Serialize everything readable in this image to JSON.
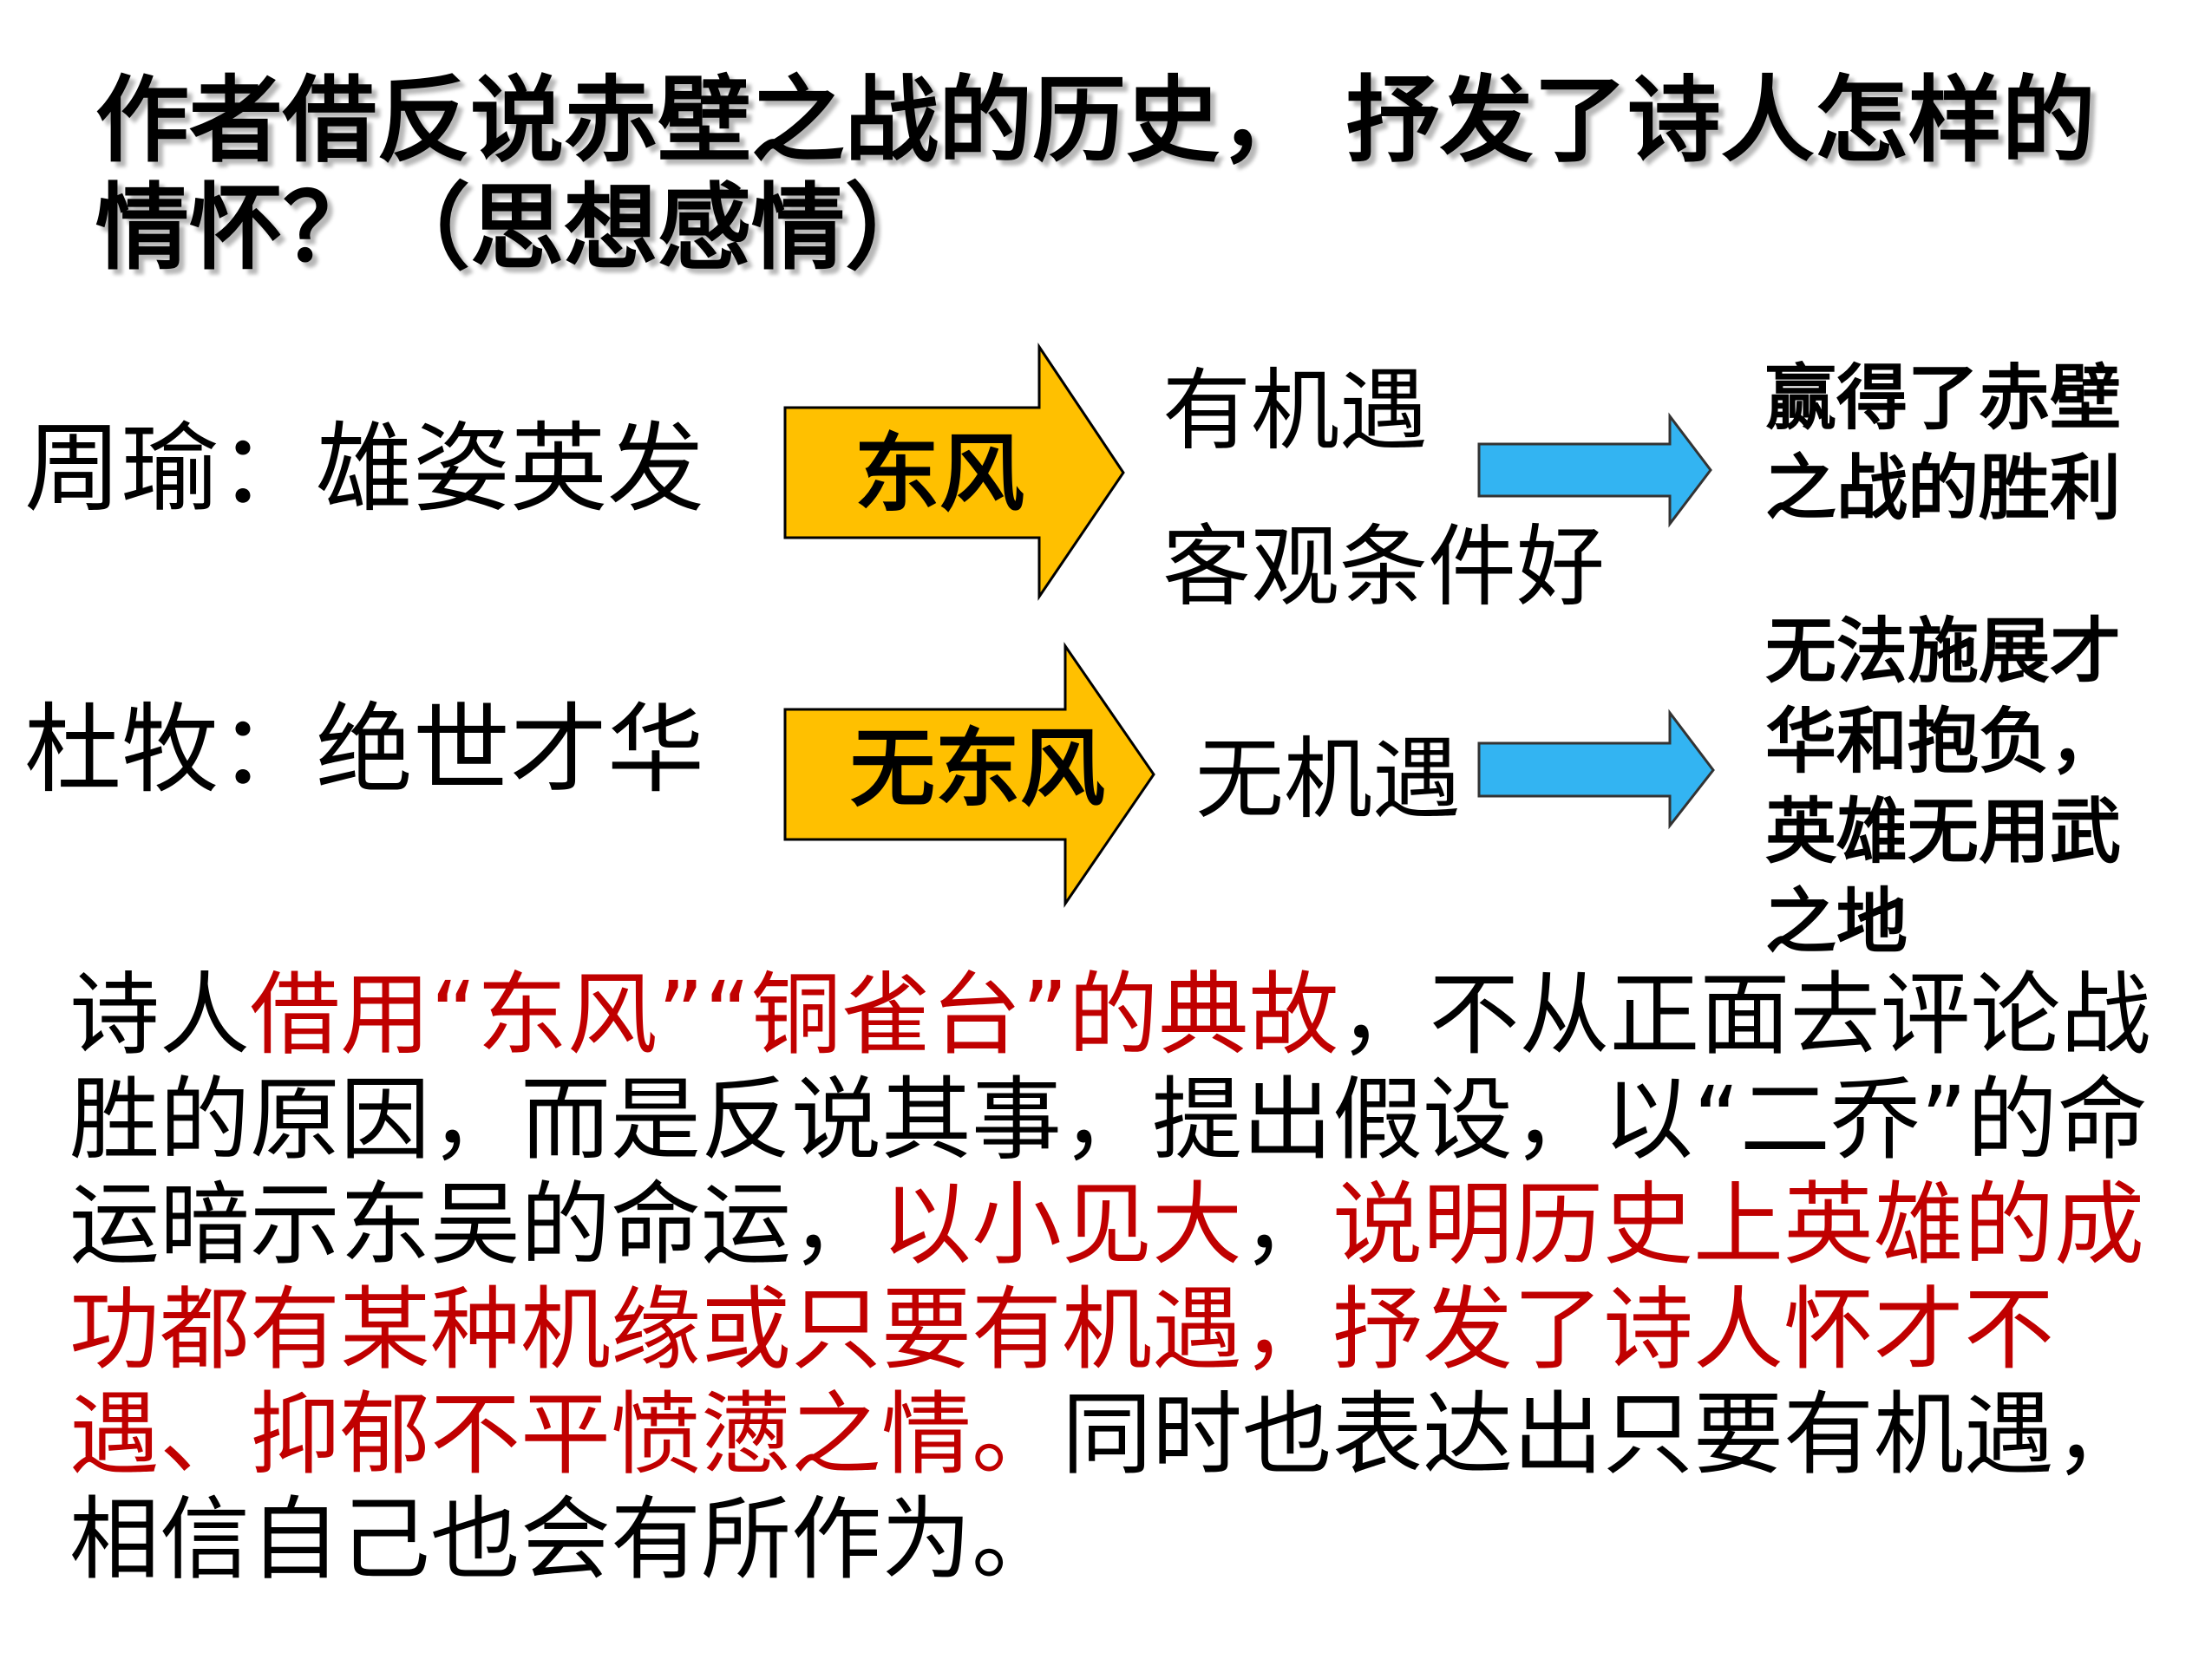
{
  "title": "作者借反说赤壁之战的历史， 抒发了诗人怎样的情怀？（思想感情）",
  "rows": [
    {
      "person": "周瑜：雄姿英发",
      "wind": "东风",
      "middle": [
        "有机遇",
        "客观条件好"
      ],
      "result": "赢得了赤壁之战的胜利"
    },
    {
      "person": "杜牧：绝世才华",
      "wind": "无东风",
      "middle": [
        "无机遇"
      ],
      "result": "无法施展才华和抱负，英雄无用武之地"
    }
  ],
  "paragraph": {
    "p1": "诗人",
    "p2": "借用“东风”“铜雀台”的典故",
    "p3": "，不从正面去评论战胜的原因，而是反说其事，提出假设，以“二乔”的命运暗示东吴的命运，",
    "p4": "以小见大",
    "p5": "，",
    "p6": "说明历史上英雄的成功都有某种机缘或只要有机遇，抒发了诗人怀才不遇、抑郁不平愤懑之情。",
    "p7": "同时也表达出只要有机遇，相信自己也会有所作为。"
  },
  "colors": {
    "wind_arrow_fill": "#ffc000",
    "blue_arrow_fill": "#33b4f2",
    "highlight": "#c00000"
  }
}
